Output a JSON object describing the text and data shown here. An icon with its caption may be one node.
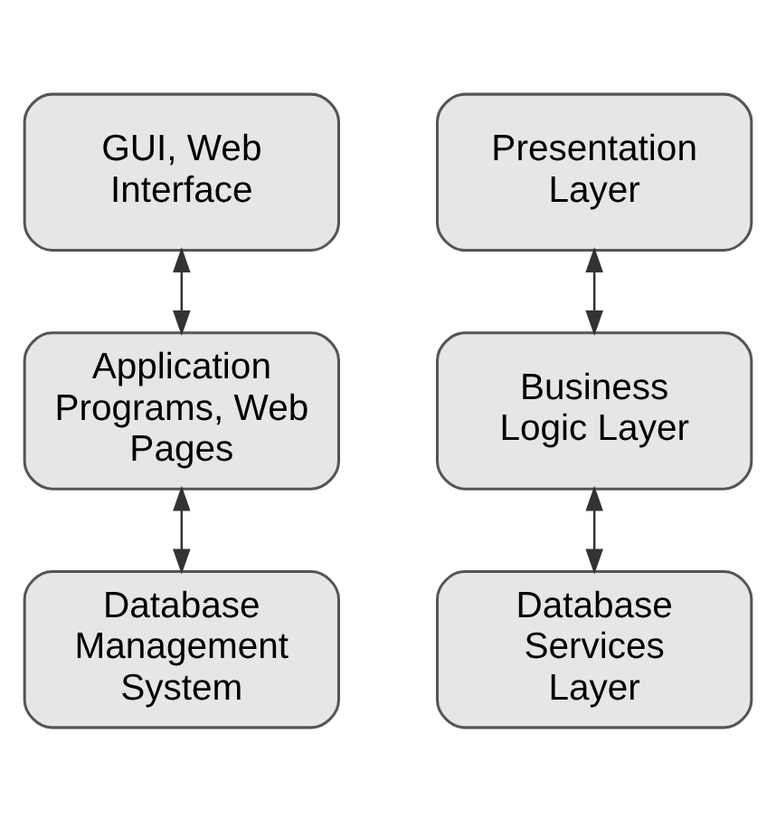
{
  "diagram": {
    "nodes": [
      {
        "text": [
          "GUI, Web Interface"
        ]
      },
      {
        "text": [
          "Application Programs, Web Pages"
        ]
      },
      {
        "text": [
          "Database Management System"
        ]
      },
      {
        "text": [
          "Presentation Layer"
        ]
      },
      {
        "text": [
          "Business Logic Layer"
        ]
      },
      {
        "text": [
          "Database Services Layer"
        ]
      }
    ],
    "edges": [
      {
        "from": 0,
        "to": 1,
        "arrow": "both"
      },
      {
        "from": 1,
        "to": 2,
        "arrow": "both"
      },
      {
        "from": 3,
        "to": 4,
        "arrow": "both"
      },
      {
        "from": 4,
        "to": 5,
        "arrow": "both"
      }
    ]
  }
}
